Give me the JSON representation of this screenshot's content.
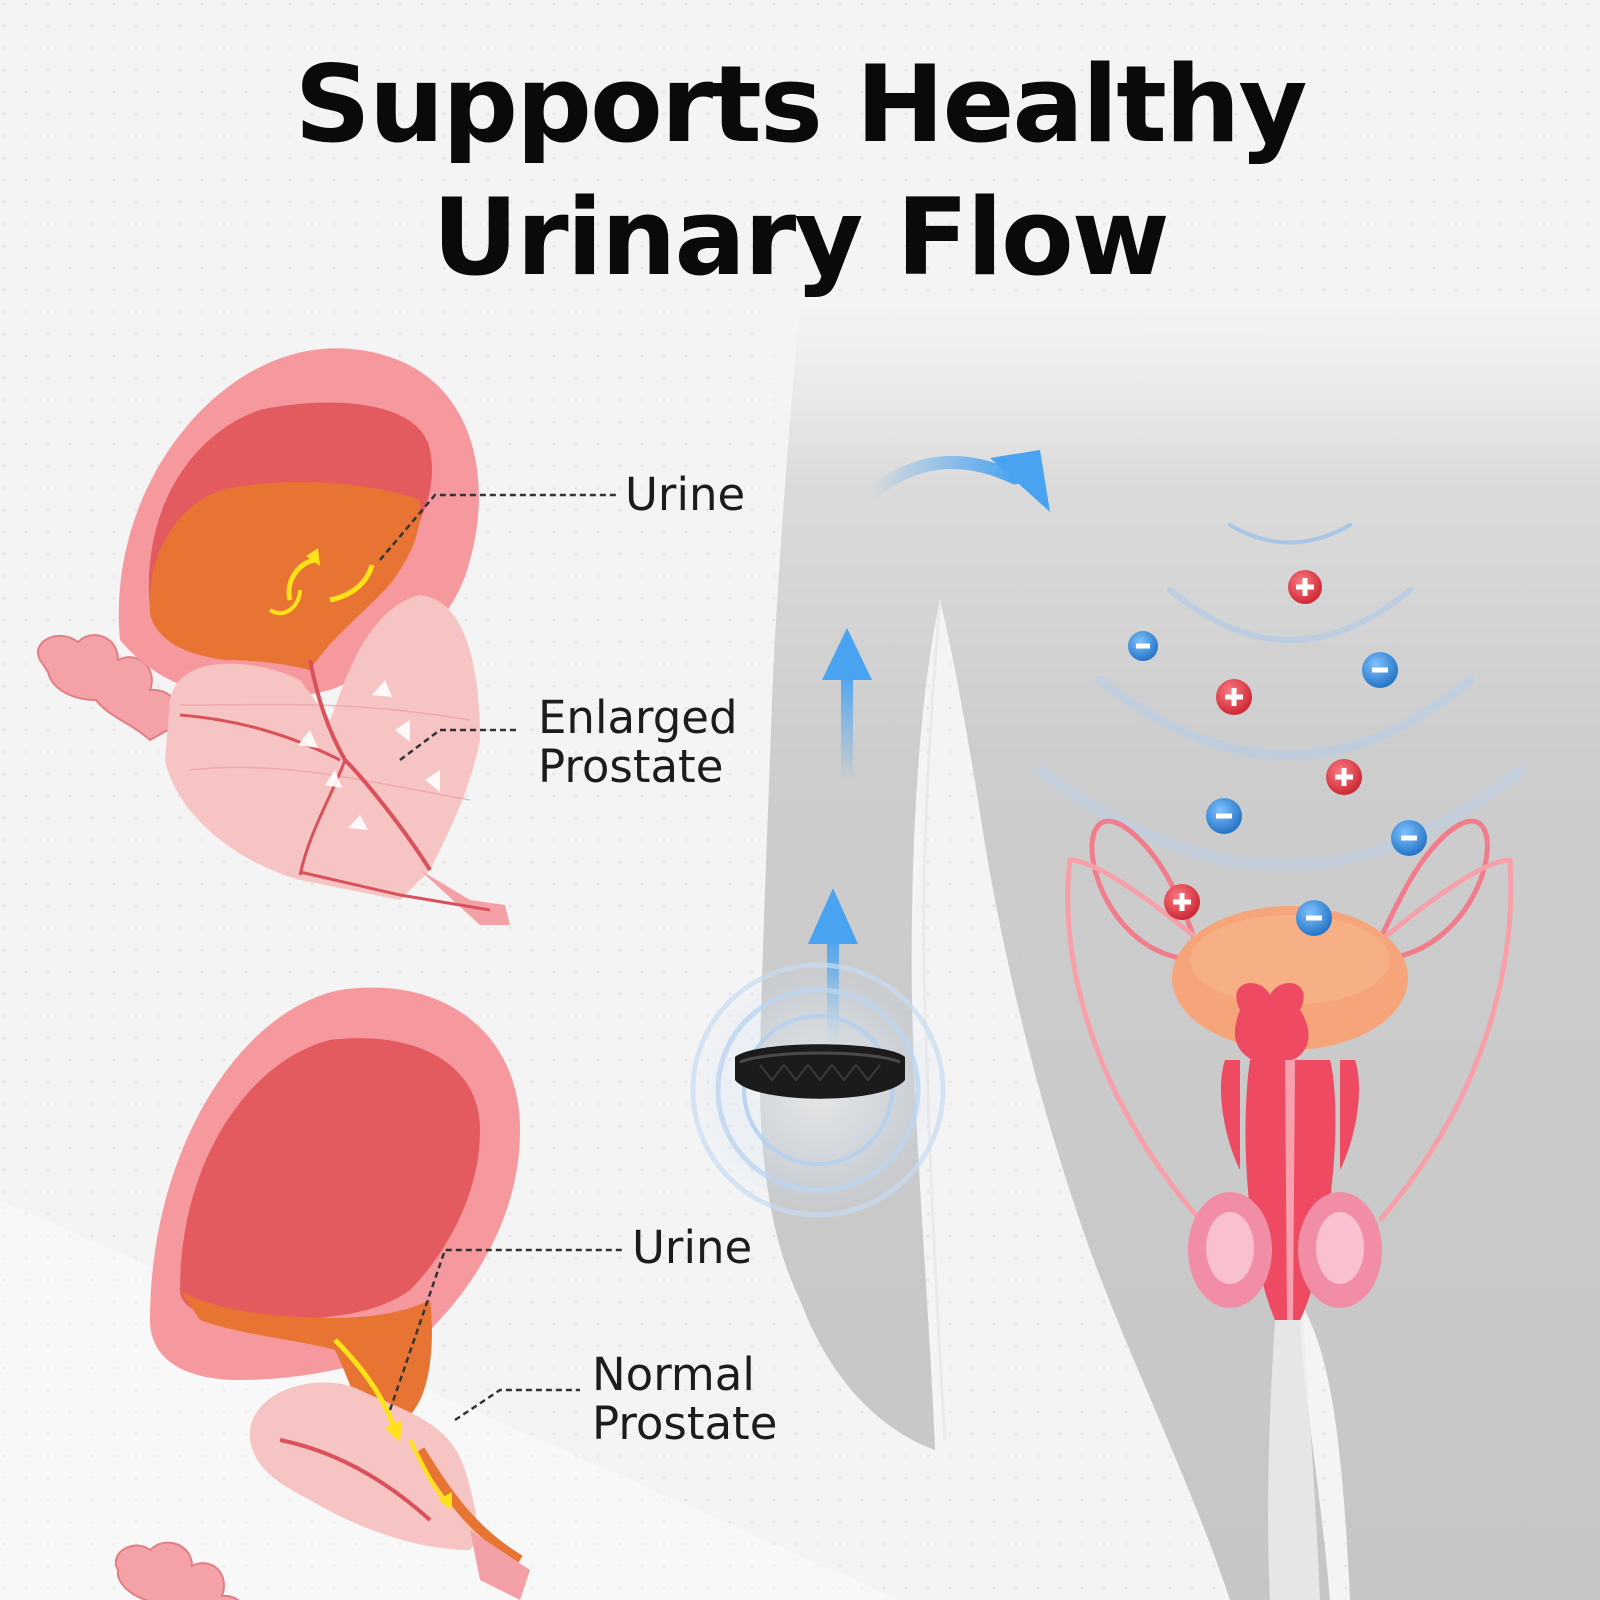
{
  "title": {
    "line1": "Supports Healthy",
    "line2": "Urinary Flow"
  },
  "enlarged_diagram": {
    "urine_label": "Urine",
    "prostate_label_line1": "Enlarged",
    "prostate_label_line2": "Prostate"
  },
  "normal_diagram": {
    "urine_label": "Urine",
    "prostate_label_line1": "Normal",
    "prostate_label_line2": "Prostate"
  },
  "ions": {
    "positive_symbol": "+",
    "negative_symbol": "−"
  },
  "colors": {
    "bladder_outer": "#f48e94",
    "bladder_inner": "#e0565a",
    "urine": "#e87434",
    "prostate": "#f7c4c4",
    "body_silhouette": "#c9c9c9",
    "arrow_blue": "#4aa3f0",
    "ion_positive": "#d8343f",
    "ion_negative": "#2e86d6",
    "ring": "#1b1b1b",
    "flow_arrow": "#ffe11a"
  }
}
